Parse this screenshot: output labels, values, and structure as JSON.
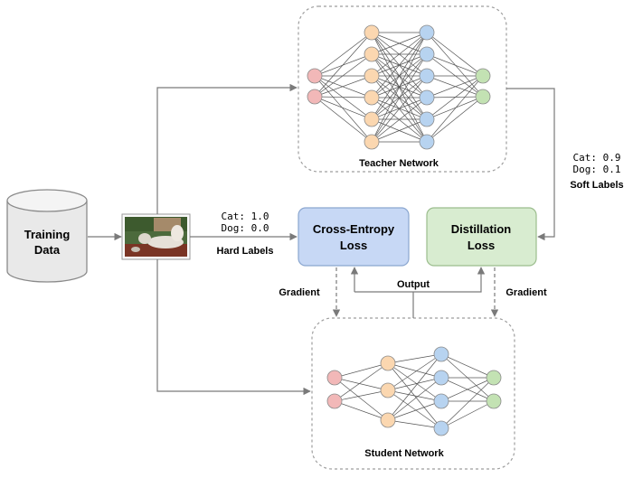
{
  "training_data": {
    "line1": "Training",
    "line2": "Data"
  },
  "teacher": {
    "label": "Teacher Network"
  },
  "student": {
    "label": "Student Network"
  },
  "cross_entropy": {
    "line1": "Cross-Entropy",
    "line2": "Loss"
  },
  "distillation": {
    "line1": "Distillation",
    "line2": "Loss"
  },
  "hard_labels": {
    "line1": "Cat: 1.0",
    "line2": "Dog: 0.0",
    "caption": "Hard Labels"
  },
  "soft_labels": {
    "line1": "Cat: 0.9",
    "line2": "Dog: 0.1",
    "caption": "Soft Labels"
  },
  "edge_labels": {
    "gradient_left": "Gradient",
    "gradient_right": "Gradient",
    "output": "Output"
  },
  "colors": {
    "input_node": "#f2b8b8",
    "hidden_node": "#fbd7b0",
    "deep_node": "#b7d3f0",
    "output_node": "#c3e2b3",
    "cross_entropy_fill": "#c7d8f5",
    "distillation_fill": "#d8ecd0",
    "line": "#7a7a7a"
  }
}
